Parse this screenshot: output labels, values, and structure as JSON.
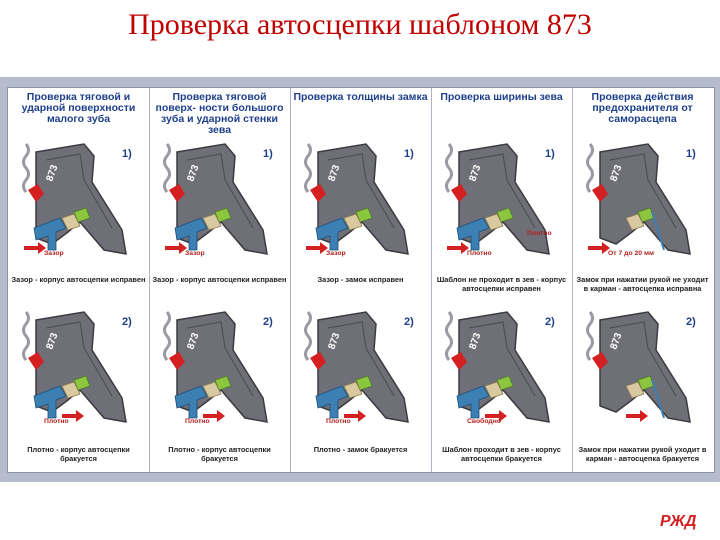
{
  "title": "Проверка автосцепки шаблоном 873",
  "step_labels": {
    "first": "1)",
    "second": "2)"
  },
  "columns": [
    {
      "header": "Проверка тяговой и ударной поверхности малого зуба",
      "top_labels": [
        "Зазор"
      ],
      "top_caption": "Зазор - корпус автосцепки исправен",
      "bottom_labels": [
        "Плотно"
      ],
      "bottom_caption": "Плотно - корпус автосцепки бракуется"
    },
    {
      "header": "Проверка тяговой поверх- ности большого зуба и ударной стенки зева",
      "top_labels": [
        "Зазор"
      ],
      "top_caption": "Зазор - корпус автосцепки исправен",
      "bottom_labels": [
        "Плотно"
      ],
      "bottom_caption": "Плотно - корпус автосцепки бракуется"
    },
    {
      "header": "Проверка толщины замка",
      "top_labels": [
        "Зазор"
      ],
      "top_caption": "Зазор - замок исправен",
      "bottom_labels": [
        "Плотно"
      ],
      "bottom_caption": "Плотно - замок бракуется"
    },
    {
      "header": "Проверка ширины зева",
      "top_labels": [
        "Плотно",
        "Плотно"
      ],
      "top_caption": "Шаблон не проходит в зев - корпус автосцепки исправен",
      "bottom_labels": [
        "Свободно"
      ],
      "bottom_caption": "Шаблон проходит в зев - корпус автосцепки бракуется"
    },
    {
      "header": "Проверка действия предохранителя от саморасцепа",
      "top_labels": [
        "От 7 до 20 мм"
      ],
      "top_caption": "Замок при нажатии рукой не уходит в карман - автосцепка исправна",
      "bottom_labels": [],
      "bottom_caption": "Замок при нажатии рукой уходит в карман - автосцепка бракуется"
    }
  ],
  "logo_text": "РЖД",
  "colors": {
    "title": "#c00000",
    "header_text": "#1d3f8a",
    "coupler_body": "#6f6f78",
    "template_blue": "#3b7fb3",
    "arrow_red": "#d42020",
    "lock_green": "#8cc63f",
    "poster_bg": "#b6bccb"
  }
}
